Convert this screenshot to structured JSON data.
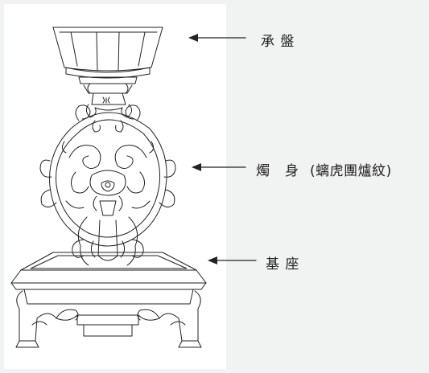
{
  "labels": {
    "top": "承 盤",
    "middle": "燭　身",
    "middle_note": "(螭虎團爐紋)",
    "bottom": "基 座"
  },
  "colors": {
    "background": "#f1f2f2",
    "panel": "#ffffff",
    "line": "#222222"
  }
}
